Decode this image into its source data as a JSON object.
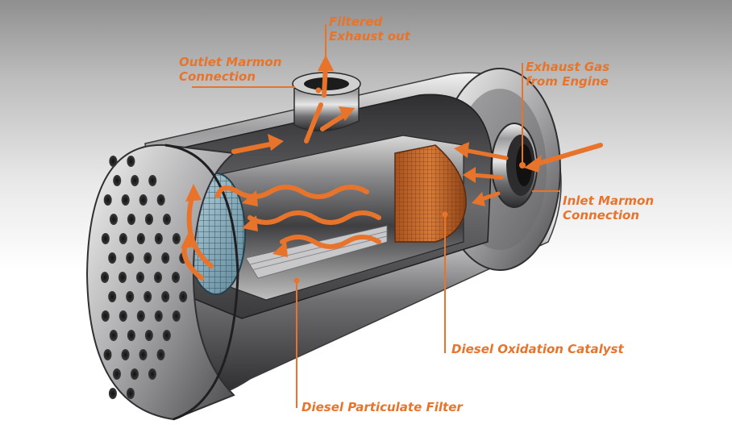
{
  "labels": {
    "filtered_exhaust_out": "Filtered\nExhaust out",
    "outlet_marmon": "Outlet Marmon\nConnection",
    "exhaust_gas_from_engine": "Exhaust Gas\nfrom Engine",
    "inlet_marmon": "Inlet Marmon\nConnection",
    "diesel_oxidation_catalyst": "Diesel Oxidation Catalyst",
    "diesel_particulate_filter": "Diesel Particulate Filter"
  },
  "colors": {
    "accent": "#e8742c",
    "steel_dark": "#3a3a3c",
    "steel_mid": "#8c8c8e",
    "steel_light": "#e2e2e2",
    "catalyst": "#c9672a",
    "filter_blue": "#8fb6c8"
  },
  "icons": [
    "flow-arrow-icon",
    "wavy-flow-arrow-icon",
    "callout-dot-icon"
  ]
}
